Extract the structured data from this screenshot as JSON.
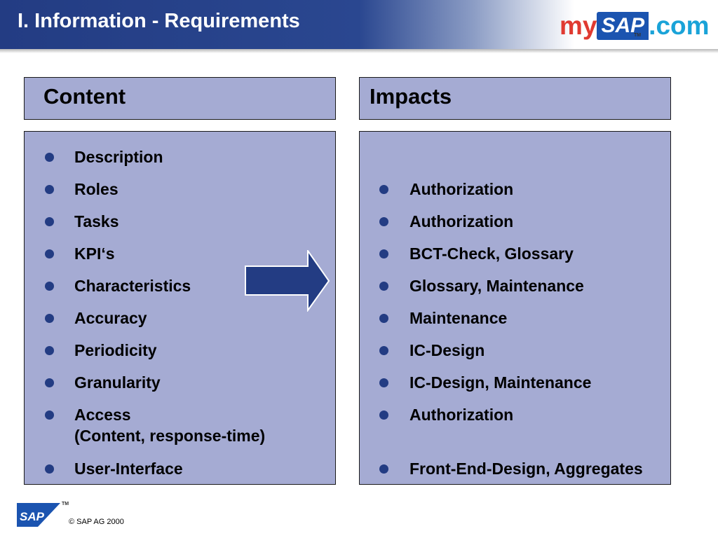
{
  "header": {
    "title": "I. Information - Requirements",
    "logo": {
      "my": "my",
      "sap": "SAP",
      "com": ".com",
      "tm": "TM"
    }
  },
  "content_panel": {
    "title": "Content",
    "items": [
      {
        "lines": [
          "Description"
        ]
      },
      {
        "lines": [
          "Roles"
        ]
      },
      {
        "lines": [
          "Tasks"
        ]
      },
      {
        "lines": [
          "KPI‘s"
        ]
      },
      {
        "lines": [
          "Characteristics"
        ]
      },
      {
        "lines": [
          "Accuracy"
        ]
      },
      {
        "lines": [
          "Periodicity"
        ]
      },
      {
        "lines": [
          "Granularity"
        ]
      },
      {
        "lines": [
          "Access",
          "(Content, response-time)"
        ]
      },
      {
        "lines": [
          "User-Interface"
        ]
      }
    ]
  },
  "impacts_panel": {
    "title": "Impacts",
    "items": [
      "Authorization",
      "Authorization",
      "BCT-Check, Glossary",
      "Glossary, Maintenance",
      "Maintenance",
      "IC-Design",
      "IC-Design, Maintenance",
      "Authorization",
      "Front-End-Design, Aggregates"
    ]
  },
  "arrow": {
    "icon": "right-arrow-icon",
    "fill": "#233c83"
  },
  "footer": {
    "logo_text": "SAP",
    "tm": "TM",
    "copyright": "©  SAP AG 2000"
  },
  "colors": {
    "header_blue": "#233c83",
    "panel_fill": "#a5abd3",
    "bullet": "#233c83"
  }
}
